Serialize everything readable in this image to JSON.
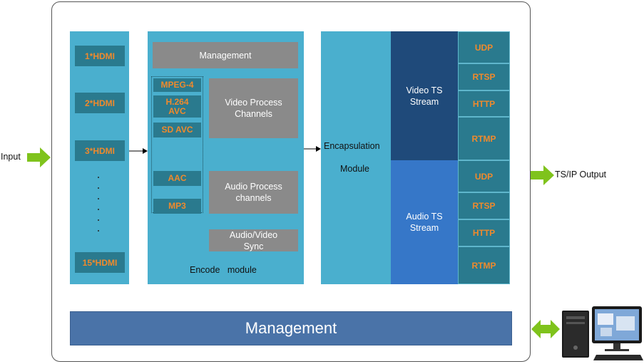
{
  "input_label": "Input",
  "output_label": "TS/IP Output",
  "hdmi": [
    "1*HDMI",
    "2*HDMI",
    "3*HDMI",
    "15*HDMI"
  ],
  "encode": {
    "management": "Management",
    "codecs_video": [
      "MPEG-4",
      "H.264\nAVC",
      "SD AVC"
    ],
    "codecs_audio": [
      "AAC",
      "MP3"
    ],
    "video_process": "Video Process\nChannels",
    "audio_process": "Audio Process\nchannels",
    "av_sync": "Audio/Video\nSync",
    "title": "Encode   module"
  },
  "encapsulation": {
    "line1": "Encapsulation",
    "line2": "Module"
  },
  "video_ts": "Video TS\nStream",
  "audio_ts": "Audio TS\nStream",
  "video_protocols": [
    "UDP",
    "RTSP",
    "HTTP",
    "RTMP"
  ],
  "audio_protocols": [
    "UDP",
    "RTSP",
    "HTTP",
    "RTMP"
  ],
  "management_bar": "Management",
  "colors": {
    "panel": "#4aafce",
    "dark_teal": "#2a7a8e",
    "orange_text": "#f08a2c",
    "video_ts": "#1f4a7a",
    "audio_ts": "#3677c8",
    "management_bar": "#4a73a8",
    "arrow_green": "#7fc31c"
  },
  "icons": [
    "green-arrow-icon",
    "bidirectional-arrow-icon",
    "computer-icon"
  ]
}
